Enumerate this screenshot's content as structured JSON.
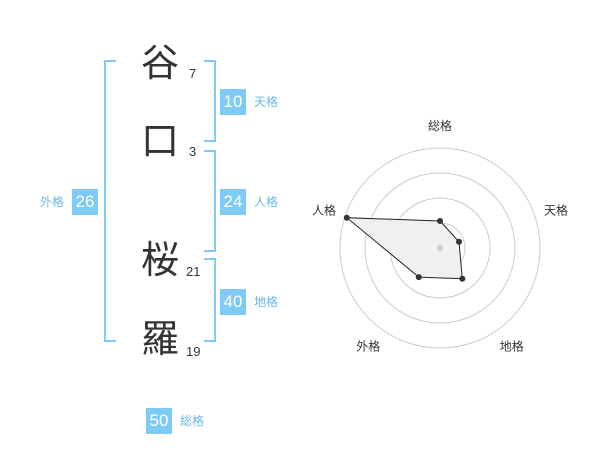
{
  "name": {
    "chars": [
      {
        "char": "谷",
        "strokes": "7"
      },
      {
        "char": "口",
        "strokes": "3"
      },
      {
        "char": "桜",
        "strokes": "21"
      },
      {
        "char": "羅",
        "strokes": "19"
      }
    ]
  },
  "scores": {
    "tenkaku": {
      "value": "10",
      "label": "天格"
    },
    "jinkaku": {
      "value": "24",
      "label": "人格"
    },
    "chikaku": {
      "value": "40",
      "label": "地格"
    },
    "gaikaku": {
      "value": "26",
      "label": "外格"
    },
    "soukaku": {
      "value": "50",
      "label": "総格"
    }
  },
  "chart_data": {
    "type": "radar",
    "axes": [
      "総格",
      "天格",
      "地格",
      "外格",
      "人格"
    ],
    "levels": 4,
    "values": [
      0.27,
      0.2,
      0.38,
      0.36,
      0.98
    ]
  },
  "colors": {
    "accent": "#7fcbf5",
    "accent_text": "#6ab8e6",
    "ring": "#cccccc",
    "fill": "#eeeeee",
    "point": "#333333"
  }
}
